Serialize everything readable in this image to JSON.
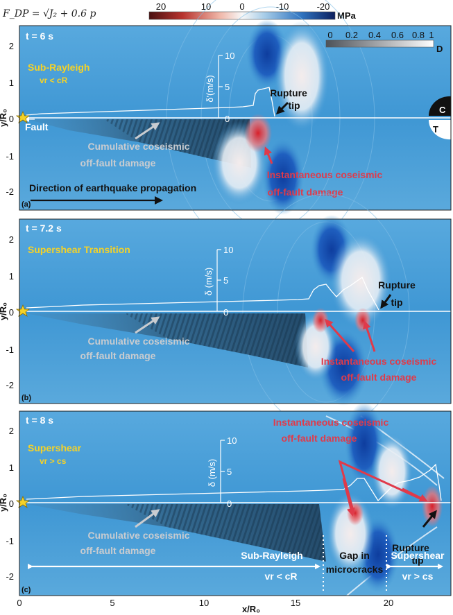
{
  "equation": "F_DP = √J₂ + 0.6 p",
  "colorbar_stress": {
    "ticks": [
      "20",
      "10",
      "0",
      "-10",
      "-20"
    ],
    "unit": "MPa"
  },
  "colorbar_damage": {
    "ticks": [
      "0",
      "0.2",
      "0.4",
      "0.6",
      "0.8",
      "1"
    ],
    "unit": "D"
  },
  "x_axis": {
    "label": "x/R₀",
    "ticks": [
      "0",
      "5",
      "10",
      "15",
      "20"
    ]
  },
  "y_axis": {
    "label": "y/R₀",
    "ticks": [
      "2",
      "1",
      "0",
      "-1",
      "-2"
    ]
  },
  "slip_axis": {
    "ticks": [
      "10",
      "5",
      "0"
    ]
  },
  "panels": [
    {
      "letter": "(a)",
      "time": "t = 6 s",
      "regime": "Sub-Rayleigh",
      "regime_sub": "vr < cR",
      "slip_label": "δ'(m/s)",
      "fault_label": "Fault",
      "cumulative": [
        "Cumulative coseismic",
        "off-fault damage"
      ],
      "instantaneous": [
        "Instantaneous coseismic",
        "off-fault damage"
      ],
      "rupture_tip": [
        "Rupture",
        "tip"
      ],
      "direction": "Direction of earthquake propagation",
      "compression": "C",
      "tension": "T"
    },
    {
      "letter": "(b)",
      "time": "t = 7.2 s",
      "regime": "Supershear Transition",
      "slip_label": "δ (m/s)",
      "cumulative": [
        "Cumulative coseismic",
        "off-fault damage"
      ],
      "instantaneous": [
        "Instantaneous coseismic",
        "off-fault damage"
      ],
      "rupture_tip": [
        "Rupture",
        "tip"
      ]
    },
    {
      "letter": "(c)",
      "time": "t = 8 s",
      "regime": "Supershear",
      "regime_sub": "vr > cs",
      "slip_label": "δ (m/s)",
      "cumulative": [
        "Cumulative coseismic",
        "off-fault damage"
      ],
      "instantaneous": [
        "Instantaneous coseismic",
        "off-fault damage"
      ],
      "rupture_tip": [
        "Rupture",
        "tip"
      ],
      "sub_rayleigh": "Sub-Rayleigh",
      "sub_rayleigh_cond": "vr < cR",
      "gap": [
        "Gap in",
        "microcracks"
      ],
      "supershear": "Supershear",
      "supershear_cond": "vr > cs"
    }
  ]
}
